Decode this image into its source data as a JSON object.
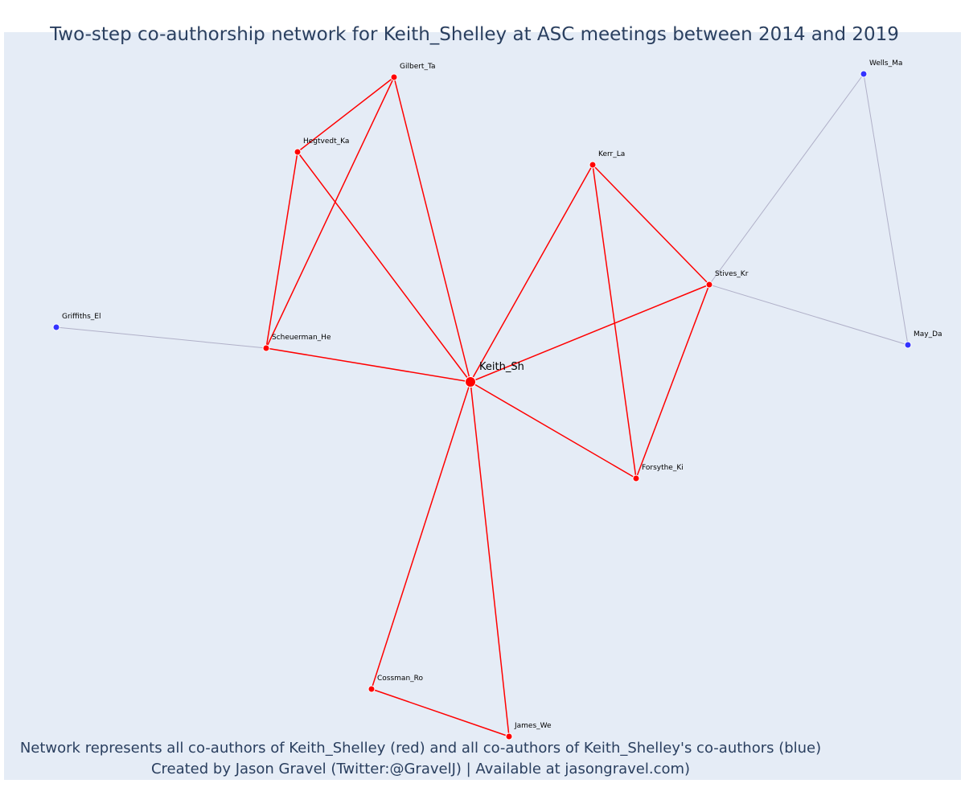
{
  "title": "Two-step co-authorship network for Keith_Shelley at ASC meetings between 2014 and 2019",
  "caption": {
    "line1": "Network represents all co-authors of Keith_Shelley (red) and all co-authors of Keith_Shelley's co-authors (blue)",
    "line2": "Created by Jason Gravel (Twitter:@GravelJ) | Available at jasongravel.com)"
  },
  "colors": {
    "plot_background": "#e5ecf6",
    "first_step": "#ff0000",
    "second_step": "#3333ff",
    "second_step_edge": "#b0b0c8"
  },
  "network": {
    "nodes": [
      {
        "id": "Keith_Sh",
        "label": "Keith_Sh",
        "group": "center"
      },
      {
        "id": "Gilbert_Ta",
        "label": "Gilbert_Ta",
        "group": "coauthor"
      },
      {
        "id": "Hegtvedt_Ka",
        "label": "Hegtvedt_Ka",
        "group": "coauthor"
      },
      {
        "id": "Kerr_La",
        "label": "Kerr_La",
        "group": "coauthor"
      },
      {
        "id": "Stives_Kr",
        "label": "Stives_Kr",
        "group": "coauthor"
      },
      {
        "id": "Scheuerman_He",
        "label": "Scheuerman_He",
        "group": "coauthor"
      },
      {
        "id": "Forsythe_Ki",
        "label": "Forsythe_Ki",
        "group": "coauthor"
      },
      {
        "id": "Cossman_Ro",
        "label": "Cossman_Ro",
        "group": "coauthor"
      },
      {
        "id": "James_We",
        "label": "James_We",
        "group": "coauthor"
      },
      {
        "id": "Wells_Ma",
        "label": "Wells_Ma",
        "group": "second"
      },
      {
        "id": "May_Da",
        "label": "May_Da",
        "group": "second"
      },
      {
        "id": "Griffiths_El",
        "label": "Griffiths_El",
        "group": "second"
      }
    ],
    "edges": [
      [
        "Keith_Sh",
        "Gilbert_Ta",
        "first"
      ],
      [
        "Keith_Sh",
        "Hegtvedt_Ka",
        "first"
      ],
      [
        "Keith_Sh",
        "Kerr_La",
        "first"
      ],
      [
        "Keith_Sh",
        "Stives_Kr",
        "first"
      ],
      [
        "Keith_Sh",
        "Scheuerman_He",
        "first"
      ],
      [
        "Keith_Sh",
        "Forsythe_Ki",
        "first"
      ],
      [
        "Keith_Sh",
        "Cossman_Ro",
        "first"
      ],
      [
        "Keith_Sh",
        "James_We",
        "first"
      ],
      [
        "Gilbert_Ta",
        "Hegtvedt_Ka",
        "first"
      ],
      [
        "Gilbert_Ta",
        "Scheuerman_He",
        "first"
      ],
      [
        "Hegtvedt_Ka",
        "Scheuerman_He",
        "first"
      ],
      [
        "Kerr_La",
        "Stives_Kr",
        "first"
      ],
      [
        "Kerr_La",
        "Forsythe_Ki",
        "first"
      ],
      [
        "Stives_Kr",
        "Forsythe_Ki",
        "first"
      ],
      [
        "Cossman_Ro",
        "James_We",
        "first"
      ],
      [
        "Stives_Kr",
        "Wells_Ma",
        "second"
      ],
      [
        "Stives_Kr",
        "May_Da",
        "second"
      ],
      [
        "Wells_Ma",
        "May_Da",
        "second"
      ],
      [
        "Scheuerman_He",
        "Griffiths_El",
        "second"
      ]
    ]
  }
}
